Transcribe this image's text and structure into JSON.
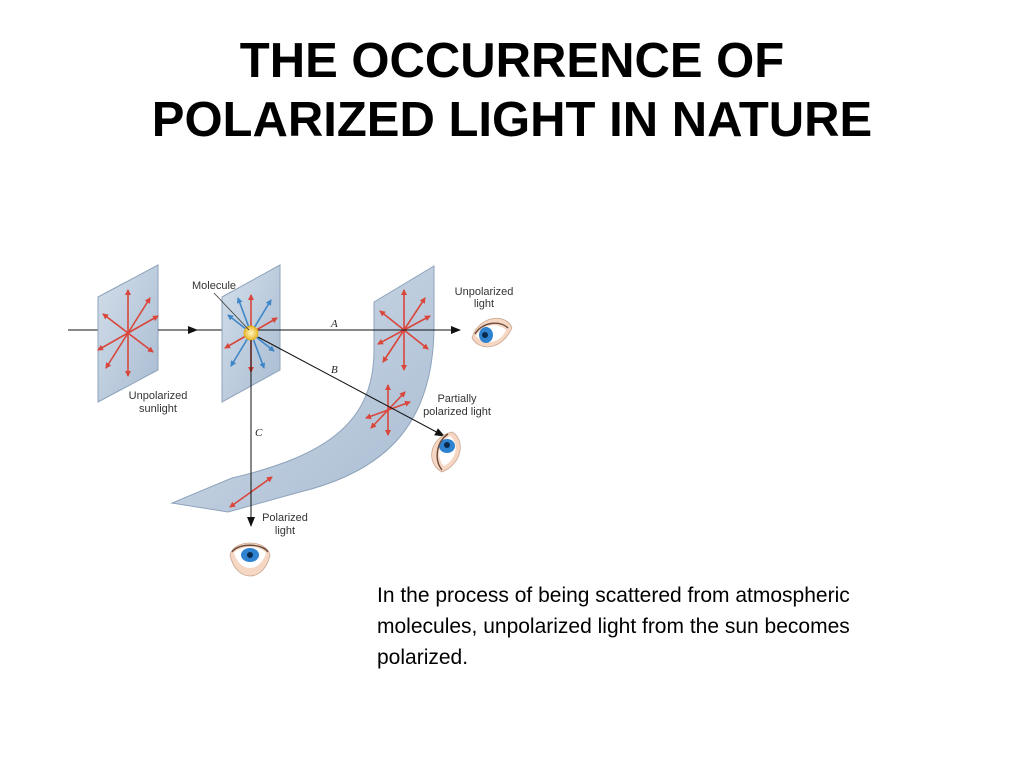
{
  "title": {
    "line1": "THE OCCURRENCE OF",
    "line2": "POLARIZED LIGHT IN NATURE"
  },
  "diagram": {
    "labels": {
      "molecule": "Molecule",
      "unpolarized_sunlight_1": "Unpolarized",
      "unpolarized_sunlight_2": "sunlight",
      "unpolarized_light_1": "Unpolarized",
      "unpolarized_light_2": "light",
      "partially_polarized_1": "Partially",
      "partially_polarized_2": "polarized light",
      "polarized_light_1": "Polarized",
      "polarized_light_2": "light",
      "ray_a": "A",
      "ray_b": "B",
      "ray_c": "C"
    },
    "colors": {
      "panel": "#b8c9dc",
      "red_arrow": "#d9463b",
      "blue_arrow": "#3f86c9",
      "molecule": "#f3d24a"
    }
  },
  "caption": {
    "line1": "In the process of being scattered from atmospheric",
    "line2": "molecules, unpolarized light from the sun becomes",
    "line3": "polarized."
  }
}
